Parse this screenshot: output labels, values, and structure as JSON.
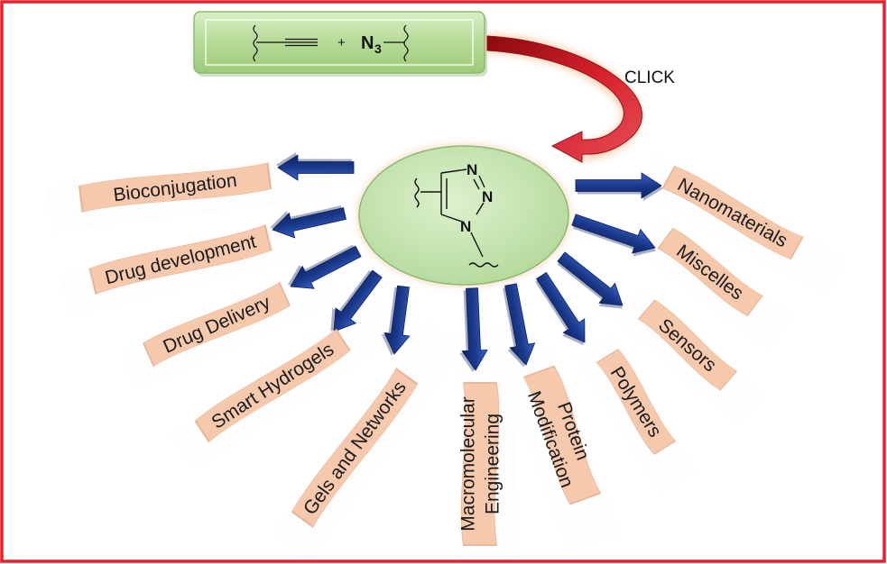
{
  "reaction": {
    "plus": "+",
    "azide_symbol": "N",
    "azide_subscript": "3"
  },
  "click_label": "CLICK",
  "triazole": {
    "n1": "N",
    "n2": "N",
    "n3": "N"
  },
  "applications": [
    "Bioconjugation",
    "Drug development",
    "Drug Delivery",
    "Smart Hydrogels",
    "Gels and Networks",
    "Macromolecular Engineering",
    "Protein Modification",
    "Polymers",
    "Sensors",
    "Miscelles",
    "Nanomaterials"
  ],
  "colors": {
    "border": "#e8202a",
    "reaction_box": "#b9dc9a",
    "ellipse": "#c7e6b0",
    "arrow": "#1f3c8e",
    "label_card": "#f6c9ad",
    "click_arrow": "#c0141c"
  }
}
